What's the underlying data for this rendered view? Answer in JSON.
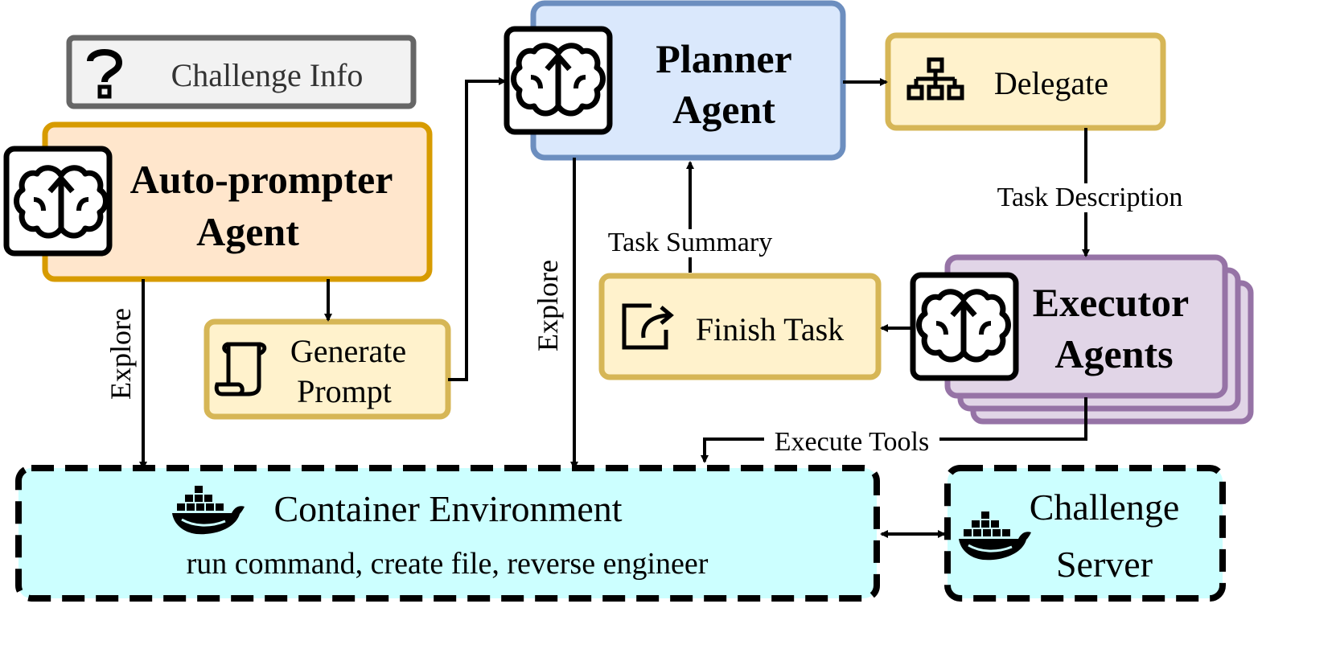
{
  "nodes": {
    "challenge_info": {
      "label": "Challenge Info",
      "icon": "question-icon"
    },
    "autoprompter": {
      "line1": "Auto-prompter",
      "line2": "Agent",
      "icon": "brain-icon"
    },
    "generate_prompt": {
      "line1": "Generate",
      "line2": "Prompt",
      "icon": "scroll-icon"
    },
    "planner": {
      "line1": "Planner",
      "line2": "Agent",
      "icon": "brain-icon"
    },
    "delegate": {
      "label": "Delegate",
      "icon": "hierarchy-icon"
    },
    "executor": {
      "line1": "Executor",
      "line2": "Agents",
      "icon": "brain-icon"
    },
    "finish_task": {
      "label": "Finish Task",
      "icon": "export-icon"
    },
    "container": {
      "title": "Container Environment",
      "subtitle": "run command, create file, reverse engineer",
      "icon": "docker-icon"
    },
    "challenge_server": {
      "line1": "Challenge",
      "line2": "Server",
      "icon": "docker-icon"
    }
  },
  "edges": {
    "explore_left": "Explore",
    "explore_mid": "Explore",
    "task_summary": "Task Summary",
    "task_description": "Task Description",
    "execute_tools": "Execute Tools"
  },
  "colors": {
    "challenge_fill": "#f2f2f2",
    "challenge_stroke": "#666666",
    "autoprompter_fill": "#ffe6cc",
    "autoprompter_stroke": "#d79b00",
    "yellow_fill": "#fff2cc",
    "yellow_stroke": "#d6b656",
    "planner_fill": "#dae8fc",
    "planner_stroke": "#6c8ebf",
    "executor_fill": "#e1d5e7",
    "executor_stroke": "#9673a6",
    "container_fill": "#ccffff",
    "line": "#000000"
  }
}
